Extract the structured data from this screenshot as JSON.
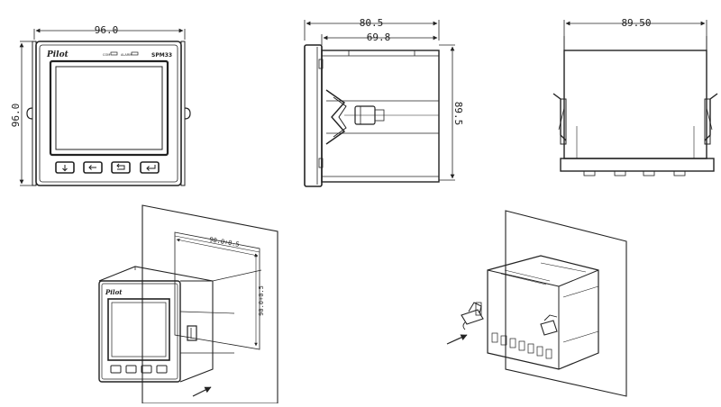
{
  "front_view": {
    "width_dim": "96.0",
    "height_dim": "96.0",
    "brand": "Pilot",
    "model": "SPM33",
    "led_labels": [
      "COM",
      "ALARM"
    ],
    "buttons": [
      "down-arrow",
      "left-arrow",
      "return",
      "enter"
    ]
  },
  "side_view": {
    "depth_dim": "80.5",
    "body_dim": "69.8",
    "height_dim": "89.5"
  },
  "top_view": {
    "width_dim": "89.50"
  },
  "panel_install": {
    "cutout_width": "90.0+0.5",
    "cutout_height": "90.0+0.5",
    "brand": "Pilot"
  },
  "clip_install": {}
}
